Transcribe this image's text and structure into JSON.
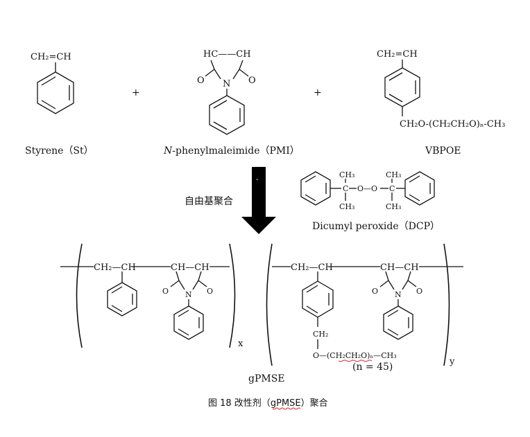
{
  "reactants": {
    "styrene": {
      "top_group": "CH₂=CH",
      "name": "Styrene（St）"
    },
    "plus1": "+",
    "pmi": {
      "top_group": "HC——CH",
      "left_o": "O",
      "right_o": "O",
      "n_atom": "N",
      "name_italic": "N",
      "name_rest": "-phenylmaleimide（PMI）"
    },
    "plus2": "+",
    "vbpoe": {
      "top_group": "CH₂=CH",
      "chain": "CH₂O-(CH₂CH₂O)ₙ-CH₃",
      "name": "VBPOE"
    }
  },
  "arrow": {
    "condition": "自由基聚合",
    "mark": "-"
  },
  "initiator": {
    "methyl_top_left": "CH₃",
    "methyl_top_right": "CH₃",
    "methyl_bottom_left": "CH₃",
    "methyl_bottom_right": "CH₃",
    "left_c": "C",
    "right_c": "C",
    "peroxide": "O—O",
    "name": "Dicumyl peroxide（DCP）"
  },
  "product": {
    "unit_a": {
      "group1": "CH₂—CH",
      "group2": "CH—CH",
      "o_left": "O",
      "o_right": "O",
      "n_atom": "N",
      "subscript": "x"
    },
    "unit_b": {
      "group1": "CH₂—CH",
      "group2": "CH—CH",
      "o_left": "O",
      "o_right": "O",
      "n_atom": "N",
      "ch2": "CH₂",
      "chain": "O—(CH₂CH₂O)ₙ—CH₃",
      "n_value": "(n = 45)",
      "subscript": "y"
    },
    "name": "gPMSE"
  },
  "caption": {
    "prefix": "图 18  改性剂（",
    "abbr": "gPMSE",
    "suffix": "）聚合"
  }
}
